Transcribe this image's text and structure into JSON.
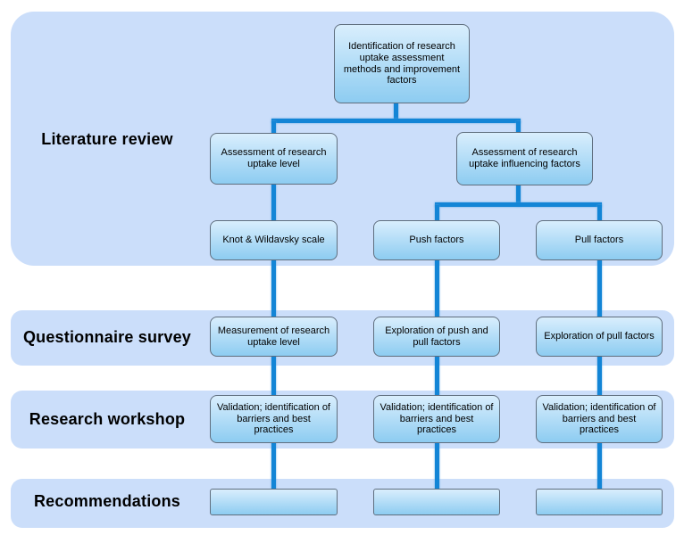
{
  "colors": {
    "page_bg": "#ffffff",
    "band_fill": "#cbdefa",
    "connector": "#1385d6",
    "box_top": "#d9eefd",
    "box_bottom": "#8dccf1",
    "box_border": "#5f6e7e",
    "text": "#000000"
  },
  "sections": [
    {
      "label": "Literature review"
    },
    {
      "label": "Questionnaire survey"
    },
    {
      "label": "Research workshop"
    },
    {
      "label": "Recommendations"
    }
  ],
  "boxes": {
    "identification": "Identification of research uptake assessment methods and improvement factors",
    "assessment_level": "Assessment of research uptake level",
    "assessment_influencing": "Assessment of research uptake influencing factors",
    "knot_wildavsky": "Knot & Wildavsky scale",
    "push": "Push factors",
    "pull": "Pull factors",
    "measurement": "Measurement of research uptake level",
    "exploration_push_pull": "Exploration of push and pull factors",
    "exploration_pull": "Exploration of pull factors",
    "validation": "Validation; identification of barriers and best practices"
  }
}
